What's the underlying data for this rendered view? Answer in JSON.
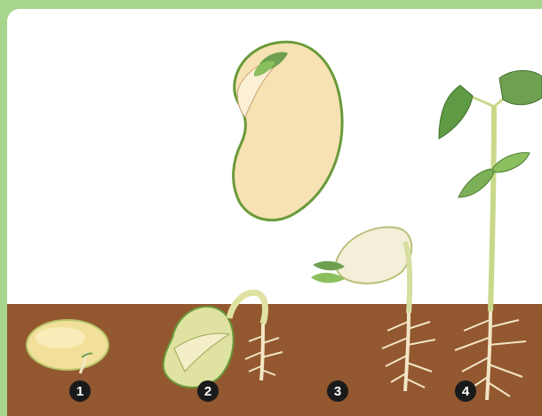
{
  "stages": [
    {
      "number": "1"
    },
    {
      "number": "2"
    },
    {
      "number": "3"
    },
    {
      "number": "4"
    }
  ],
  "colors": {
    "frame": "#a7d58c",
    "soil": "#93582f",
    "seed": "#f7e2b4",
    "seed_outline": "#6a9a3a",
    "leaf": "#6fa052",
    "root": "#f2e6c6",
    "stem": "#c9d98a"
  }
}
